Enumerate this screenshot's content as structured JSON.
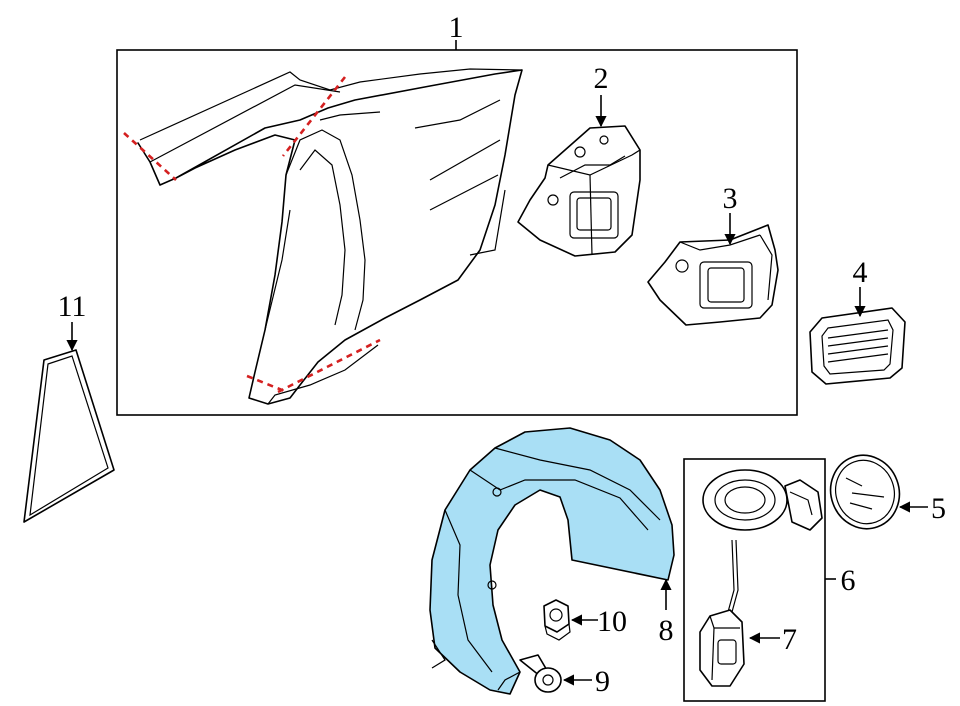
{
  "diagram": {
    "callouts": {
      "c1": "1",
      "c2": "2",
      "c3": "3",
      "c4": "4",
      "c5": "5",
      "c6": "6",
      "c7": "7",
      "c8": "8",
      "c9": "9",
      "c10": "10",
      "c11": "11"
    },
    "colors": {
      "outline": "#000000",
      "cut_line": "#d42020",
      "wheelhouse_liner_fill": "#a9dff5",
      "background": "#ffffff"
    }
  }
}
